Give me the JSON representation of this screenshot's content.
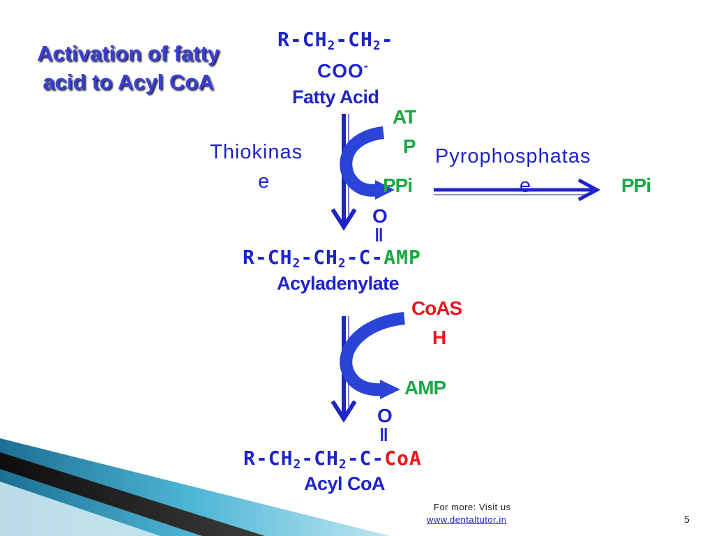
{
  "title": {
    "line1": "Activation of fatty",
    "line2": "acid to Acyl CoA"
  },
  "fatty_acid": {
    "line1": "R-CH",
    "sub1": "2",
    "mid1": "-CH",
    "sub2": "2",
    "end1": "-",
    "line2": "COO",
    "sup": "-",
    "name": "Fatty Acid"
  },
  "step1": {
    "enzyme_line1": "Thiokinas",
    "enzyme_line2": "e",
    "input_line1": "AT",
    "input_line2": "P",
    "output": "PPi"
  },
  "pyrophosphatase": {
    "line1": "Pyrophosphatas",
    "line2": "e",
    "product": "PPi"
  },
  "acyladenylate": {
    "oxygen": "O",
    "double_bond": "‖",
    "a": "R-CH",
    "sub1": "2",
    "b": "-CH",
    "sub2": "2",
    "c": "-C-",
    "tail": "AMP",
    "name": "Acyladenylate"
  },
  "step2": {
    "input_line1": "CoAS",
    "input_line2": "H",
    "output": "AMP"
  },
  "acyl_coa": {
    "oxygen": "O",
    "double_bond": "‖",
    "a": "R-CH",
    "sub1": "2",
    "b": "-CH",
    "sub2": "2",
    "c": "-C-",
    "tail": "CoA",
    "name": "Acyl CoA"
  },
  "footer": {
    "line1": "For more: Visit us",
    "link": "www.dentaltutor.in",
    "page": "5"
  },
  "colors": {
    "blue": "#1f24c8",
    "green": "#1aa843",
    "red": "#e8161b",
    "teal_band": "#2a8fb0"
  }
}
